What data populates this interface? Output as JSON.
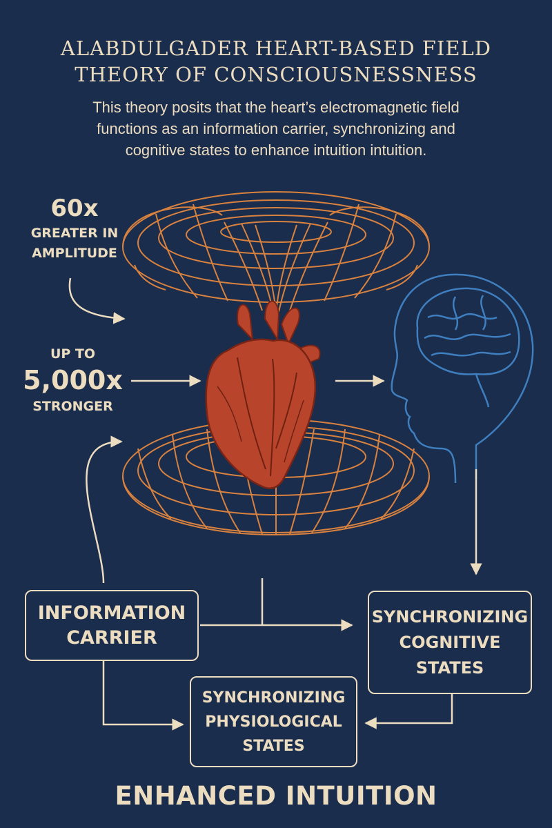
{
  "title": {
    "line1": "ALABDULGADER HEART-BASED FIELD",
    "line2": "THEORY OF CONSCIOUSNESSNESS"
  },
  "intro": {
    "line1": "This theory posits that the heart’s electromagnetic field",
    "line2": "functions as an information carrier, synchronizing and",
    "line3": "cognitive states to enhance intuition intuition."
  },
  "stats": {
    "amplitude": {
      "value": "60x",
      "line1": "GREATER IN",
      "line2": "AMPLITUDE"
    },
    "strength": {
      "prefix": "UP TO",
      "value": "5,000x",
      "suffix": "STRONGER"
    }
  },
  "boxes": {
    "information_carrier": {
      "line1": "INFORMATION",
      "line2": "CARRIER"
    },
    "cognitive_states": {
      "line1": "SYNCHRONIZING",
      "line2": "COGNITIVE",
      "line3": "STATES"
    },
    "physiological_states": {
      "line1": "SYNCHRONIZING",
      "line2": "PHYSIOLOGICAL",
      "line3": "STATES"
    }
  },
  "footer": "ENHANCED INTUITION",
  "colors": {
    "background": "#1b2d4c",
    "text": "#ecdcc0",
    "field_lines": "#d9823f",
    "heart": "#b8452b",
    "head_outline": "#3f7fc0"
  },
  "icons": [
    "electromagnetic-torus-icon",
    "heart-icon",
    "head-brain-icon"
  ]
}
